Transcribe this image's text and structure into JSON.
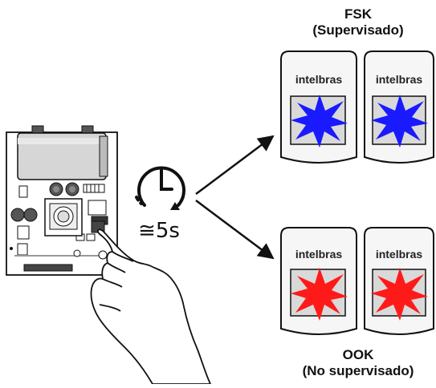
{
  "fsk": {
    "title": "FSK",
    "subtitle": "(Supervisado)"
  },
  "ook": {
    "title": "OOK",
    "subtitle": "(No supervisado)"
  },
  "hold_time": "≅5s",
  "brand": "intelbras",
  "colors": {
    "fsk_flash": "#1a1aff",
    "ook_flash": "#ff1a1a",
    "outline": "#111111"
  },
  "icons": [
    "clock-icon",
    "hand-icon",
    "arrow-icon"
  ]
}
